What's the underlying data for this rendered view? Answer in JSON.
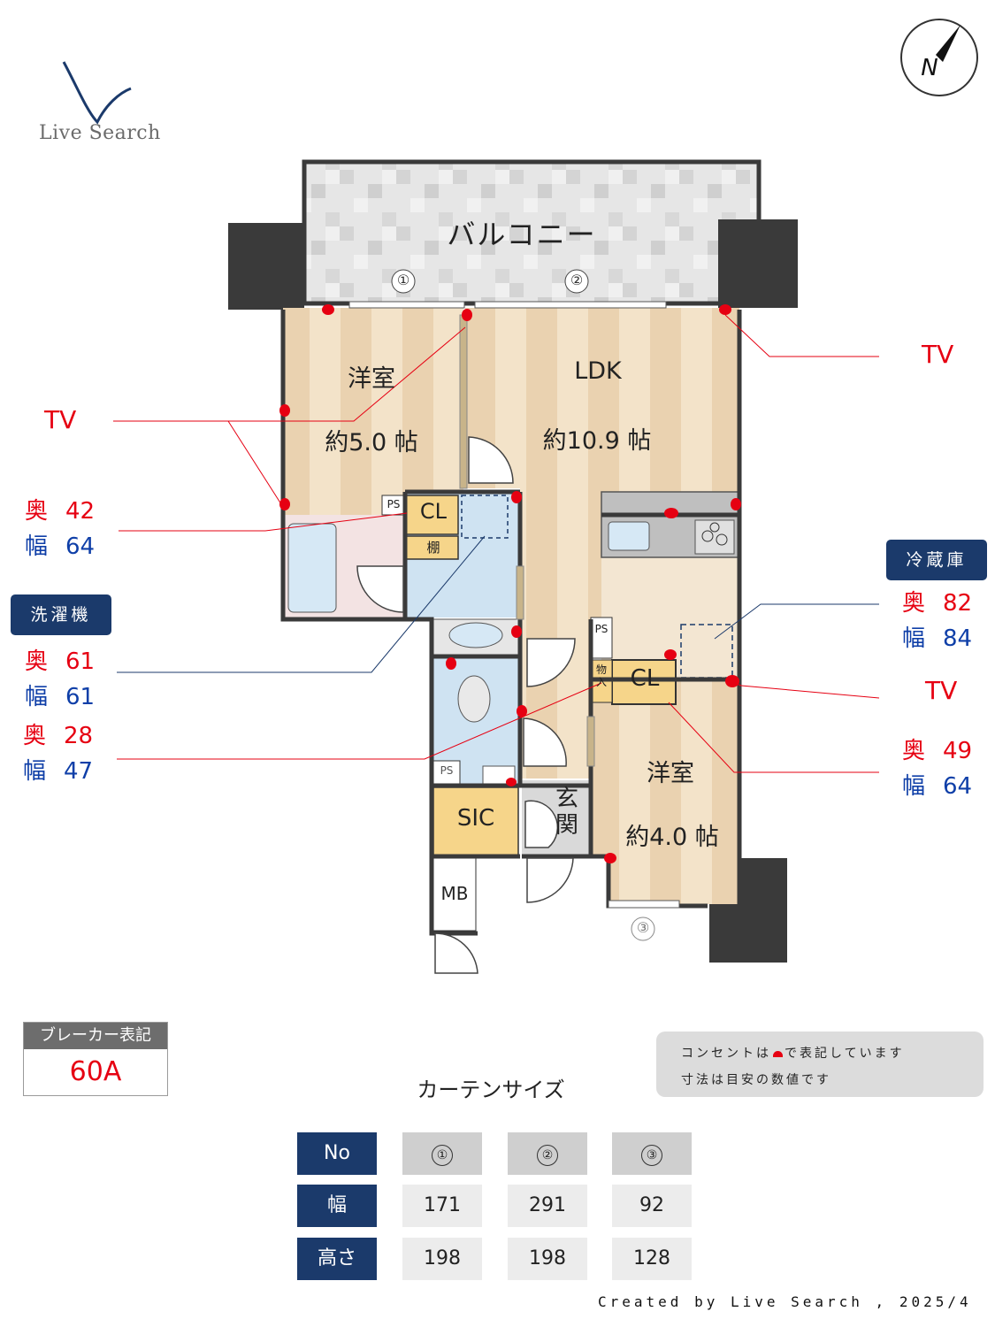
{
  "logo": {
    "text": "Live Search"
  },
  "rooms": {
    "balcony": "バルコニー",
    "western_room_1": {
      "name": "洋室",
      "size": "約5.0 帖"
    },
    "ldk": {
      "name": "LDK",
      "size": "約10.9 帖"
    },
    "western_room_2": {
      "name": "洋室",
      "size": "約4.0 帖"
    },
    "entrance": "玄関",
    "closet_1": "CL",
    "closet_2": "CL",
    "shelf": "棚",
    "storage": "物入",
    "sic": "SIC",
    "mb": "MB",
    "ps_1": "PS",
    "ps_2": "PS",
    "ps_3": "PS"
  },
  "window_markers": [
    "①",
    "②",
    "③"
  ],
  "tv_labels": {
    "left": "TV",
    "top_right": "TV",
    "mid_right": "TV"
  },
  "measurements": {
    "closet_left": {
      "depth_label": "奥",
      "depth": "42",
      "width_label": "幅",
      "width": "64"
    },
    "washer": {
      "title": "洗濯機",
      "depth_label": "奥",
      "depth": "61",
      "width_label": "幅",
      "width": "61"
    },
    "toilet_area": {
      "depth_label": "奥",
      "depth": "28",
      "width_label": "幅",
      "width": "47"
    },
    "fridge": {
      "title": "冷蔵庫",
      "depth_label": "奥",
      "depth": "82",
      "width_label": "幅",
      "width": "84"
    },
    "closet_right": {
      "depth_label": "奥",
      "depth": "49",
      "width_label": "幅",
      "width": "64"
    }
  },
  "breaker": {
    "label": "ブレーカー表記",
    "value": "60A"
  },
  "notes": {
    "line1_a": "コンセントは",
    "line1_b": "で表記しています",
    "line2": "寸法は目安の数値です"
  },
  "curtain": {
    "title": "カーテンサイズ",
    "headers": [
      "No",
      "①",
      "②",
      "③"
    ],
    "rows": [
      {
        "label": "幅",
        "values": [
          "171",
          "291",
          "92"
        ]
      },
      {
        "label": "高さ",
        "values": [
          "198",
          "198",
          "128"
        ]
      }
    ]
  },
  "credit": "Created by Live Search , 2025/4",
  "compass": {
    "label": "N"
  },
  "colors": {
    "accent": "#1b3a6b",
    "outlet": "#e60012",
    "wall": "#3a3a3a",
    "floor": "#f0dcc0",
    "wet": "#cfe3f2",
    "closet": "#f6d58a"
  }
}
